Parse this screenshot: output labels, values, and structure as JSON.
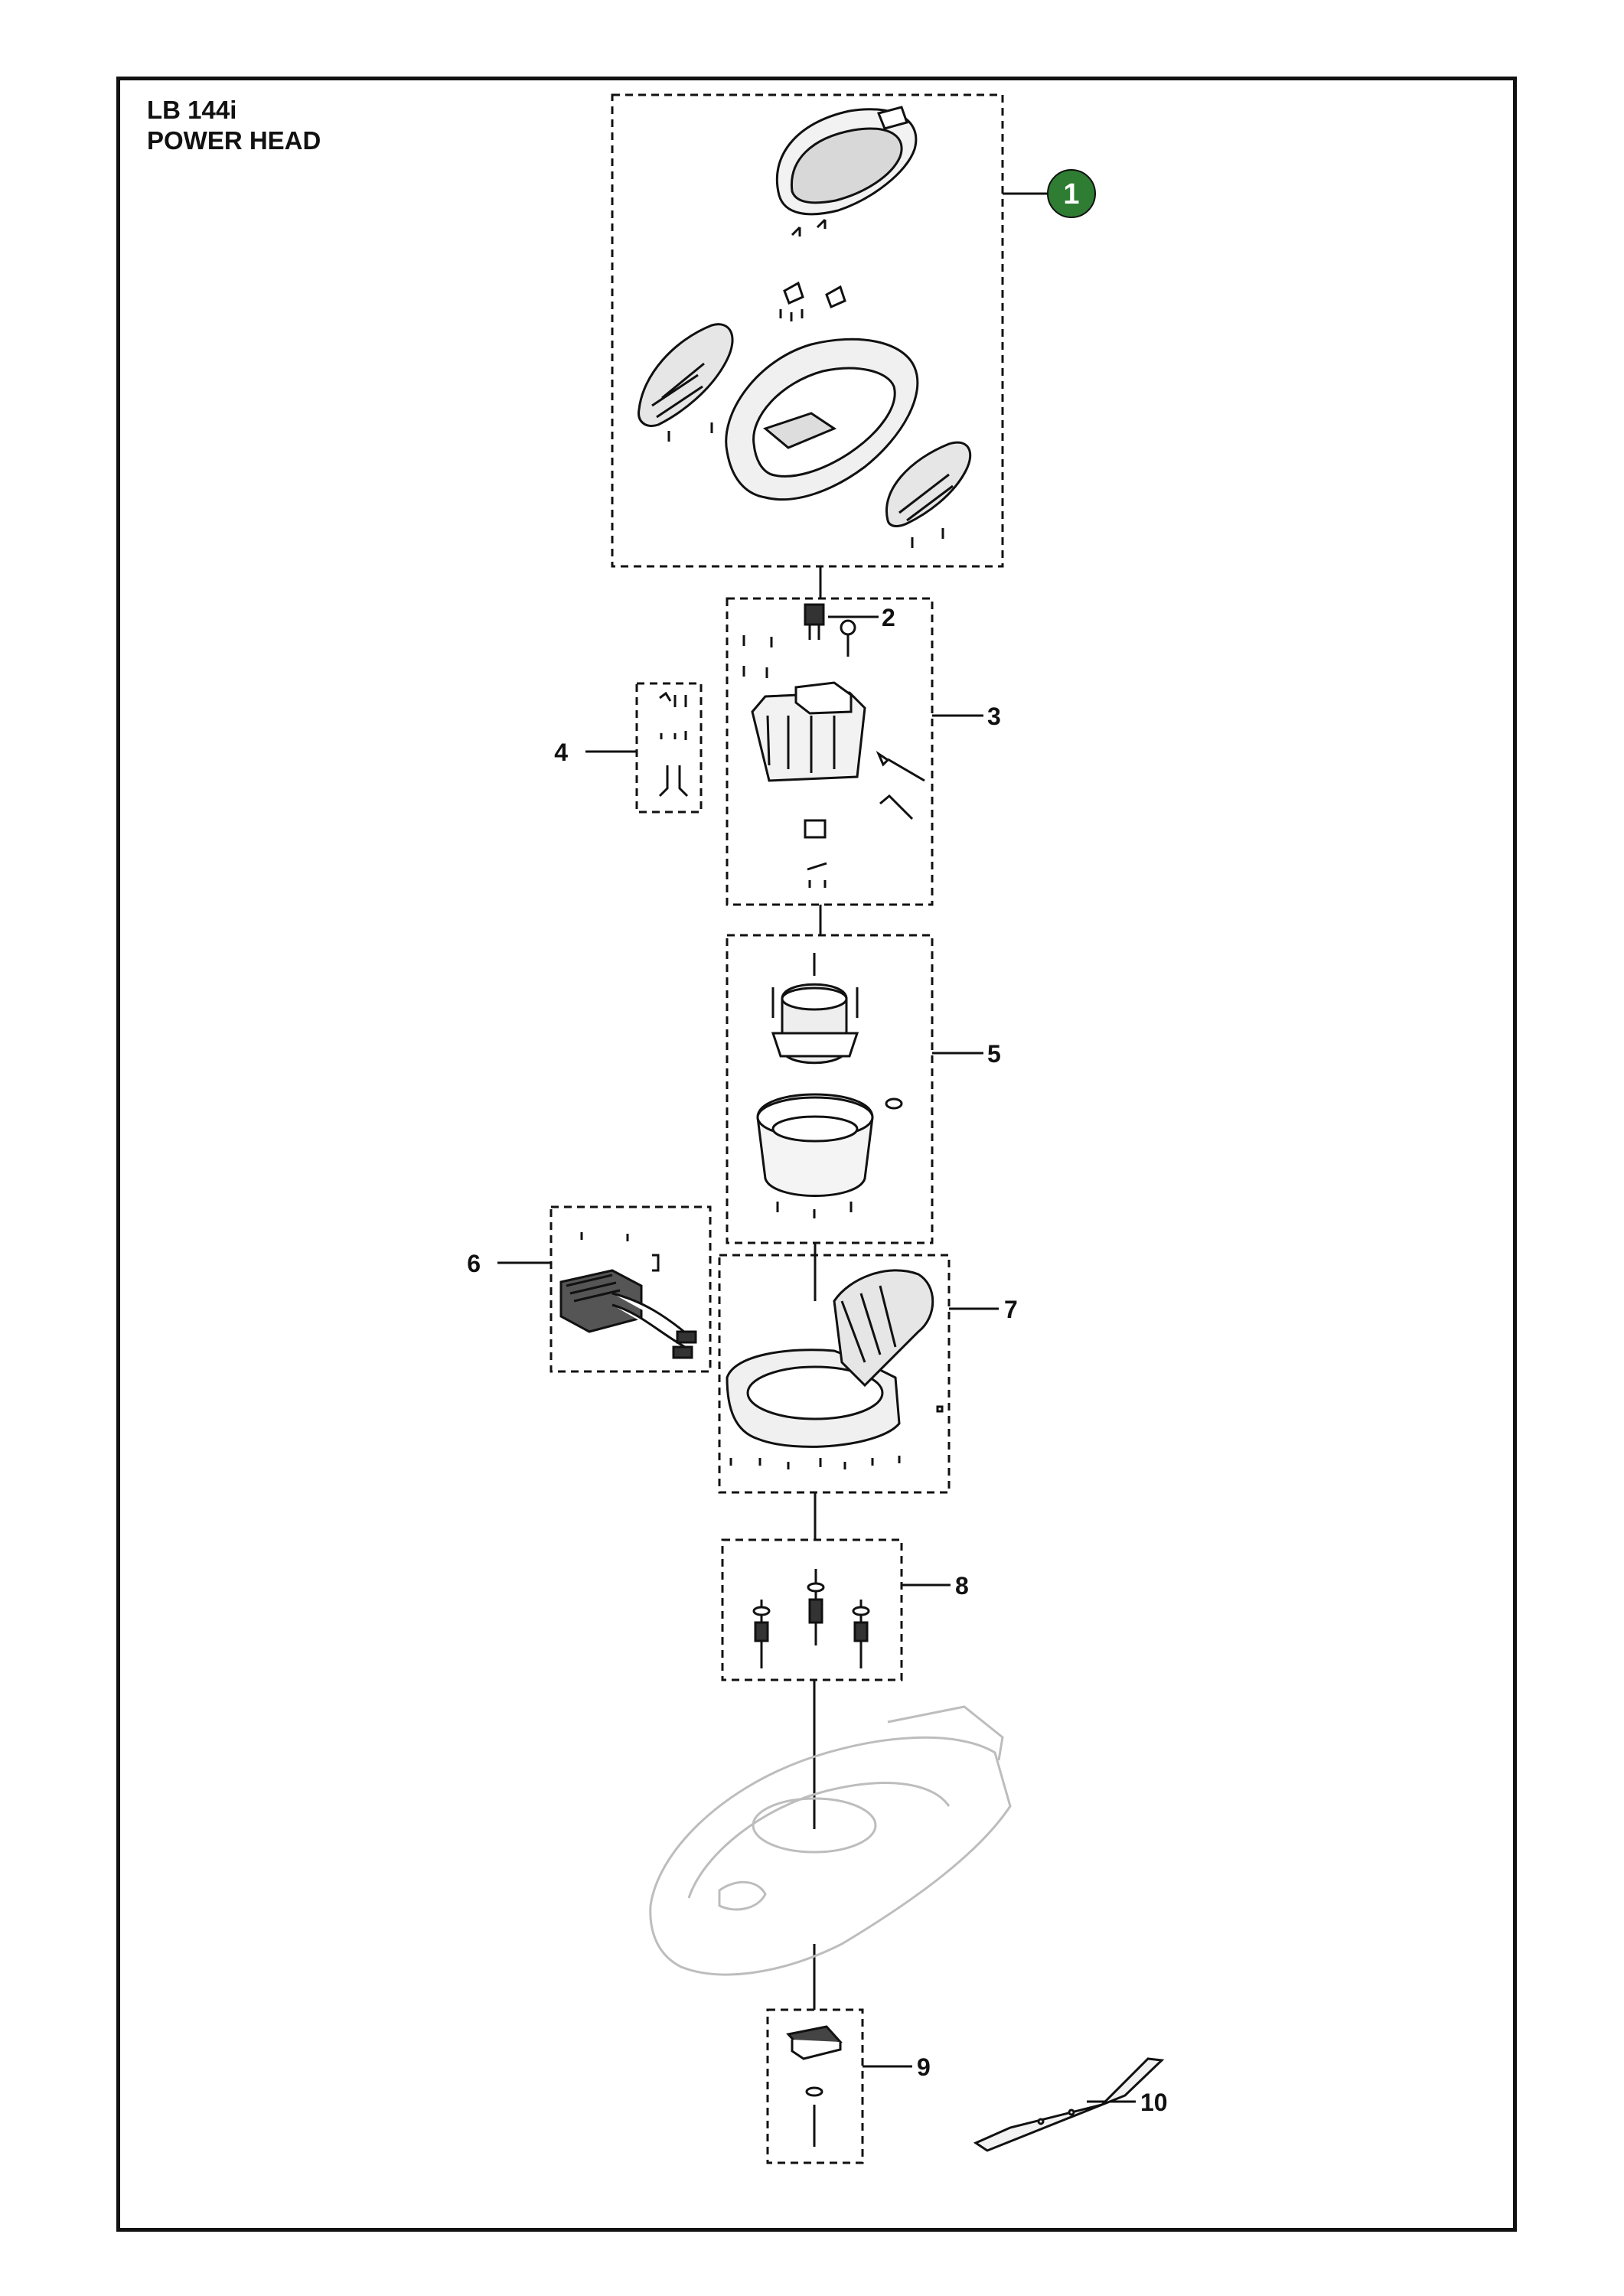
{
  "title": {
    "model": "LB 144i",
    "section": "POWER HEAD"
  },
  "callouts": [
    {
      "id": "1",
      "label": "1",
      "highlighted": true
    },
    {
      "id": "2",
      "label": "2"
    },
    {
      "id": "3",
      "label": "3"
    },
    {
      "id": "4",
      "label": "4"
    },
    {
      "id": "5",
      "label": "5"
    },
    {
      "id": "6",
      "label": "6"
    },
    {
      "id": "7",
      "label": "7"
    },
    {
      "id": "8",
      "label": "8"
    },
    {
      "id": "9",
      "label": "9"
    },
    {
      "id": "10",
      "label": "10"
    }
  ],
  "colors": {
    "highlight_badge": "#2e7d32",
    "line": "#111111",
    "ghost_deck": "#bdbdbd"
  }
}
